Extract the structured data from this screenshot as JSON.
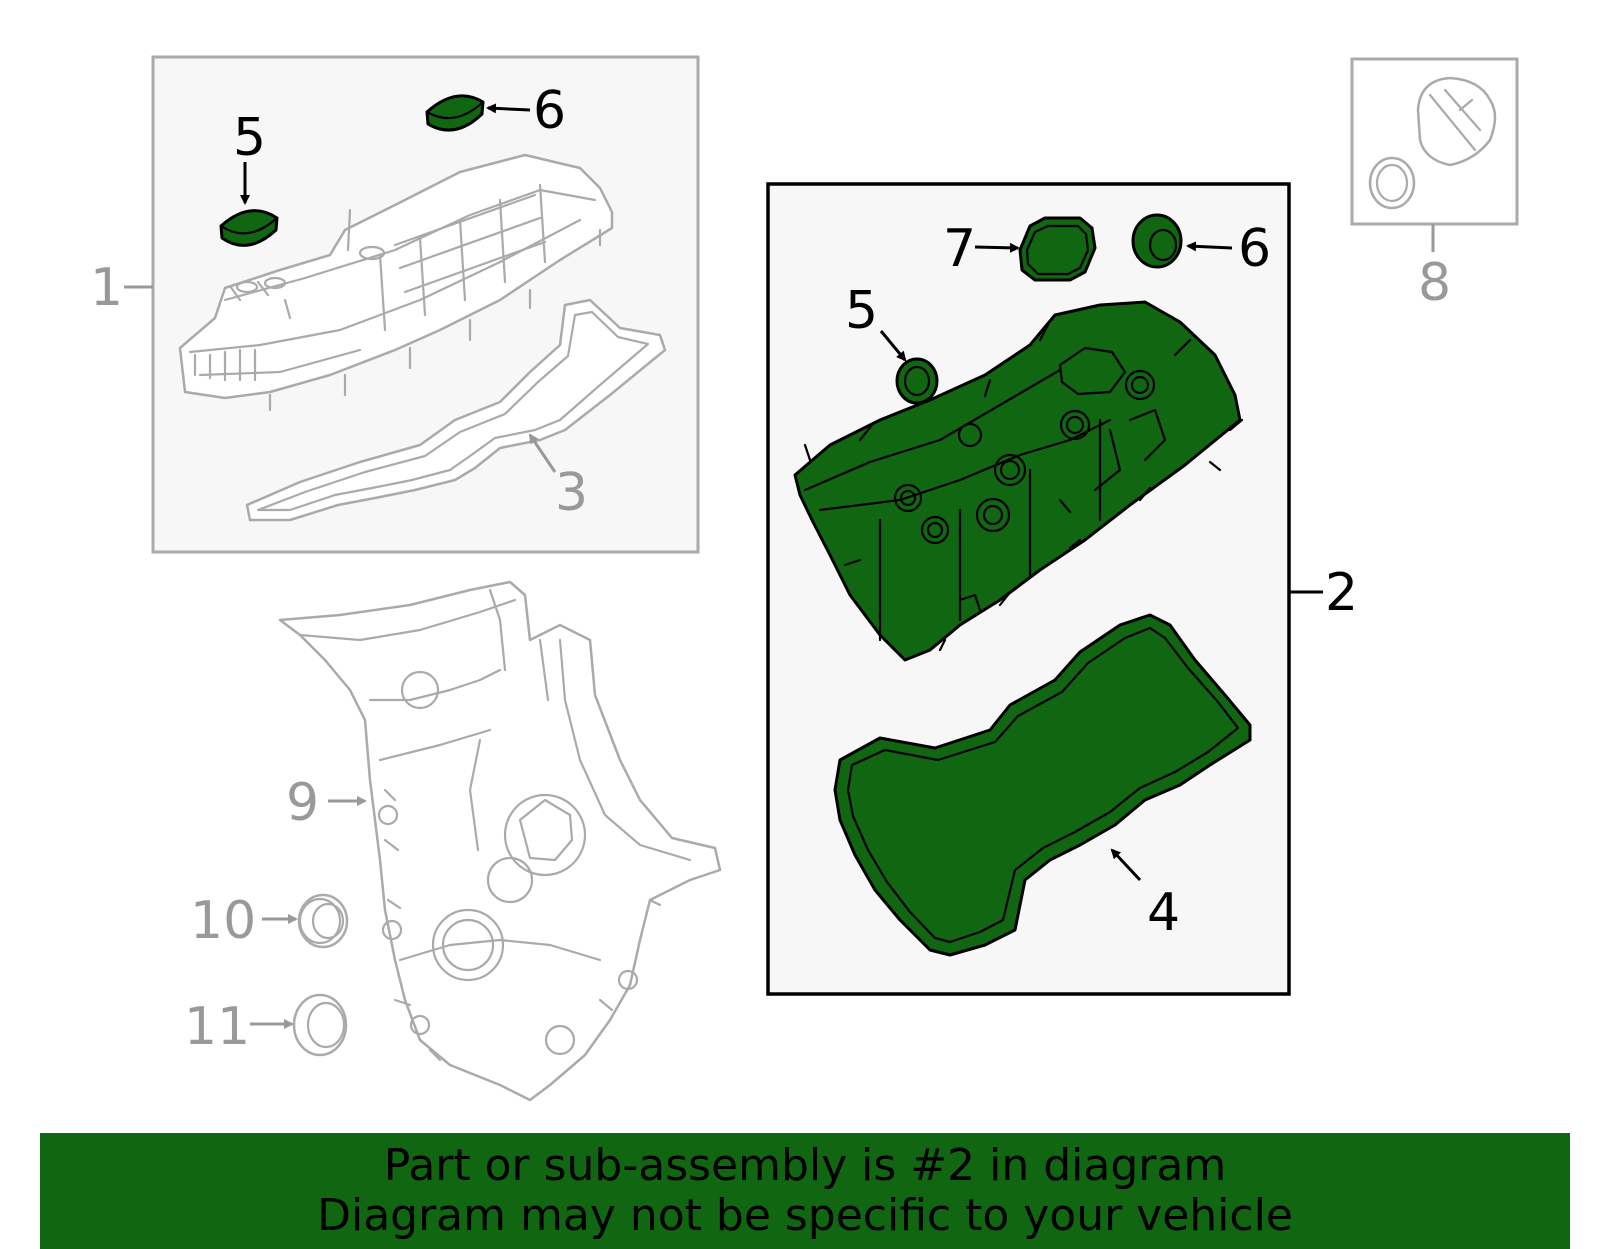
{
  "callouts": {
    "c1": "1",
    "c2": "2",
    "c3": "3",
    "c4": "4",
    "c5_left": "5",
    "c5_right": "5",
    "c6_left": "6",
    "c6_right": "6",
    "c7": "7",
    "c8": "8",
    "c9": "9",
    "c10": "10",
    "c11": "11"
  },
  "banner": {
    "line1": "Part or sub-assembly is #2 in diagram",
    "line2": "Diagram may not be specific to your vehicle"
  },
  "colors": {
    "highlight": "#116611",
    "inactive_line": "#aaaaaa",
    "box_fill": "#f7f7f7"
  }
}
